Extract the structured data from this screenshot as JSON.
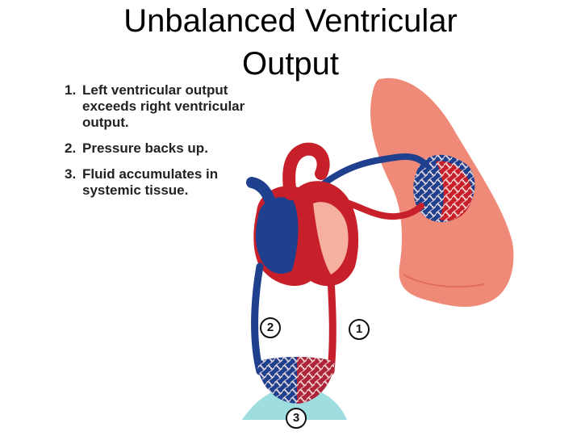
{
  "title": {
    "line1": "Unbalanced Ventricular",
    "line2": "Output"
  },
  "steps": [
    {
      "num": "1.",
      "text": "Left ventricular output exceeds right ventricular output."
    },
    {
      "num": "2.",
      "text": "Pressure backs up."
    },
    {
      "num": "3.",
      "text": "Fluid accumulates in systemic tissue."
    }
  ],
  "markers": {
    "m1": "1",
    "m2": "2",
    "m3": "3"
  },
  "colors": {
    "oxygenated": "#c8202a",
    "deoxygenated": "#1f3f8f",
    "lung": "#f08a78",
    "tissue": "#7fd3d6"
  }
}
